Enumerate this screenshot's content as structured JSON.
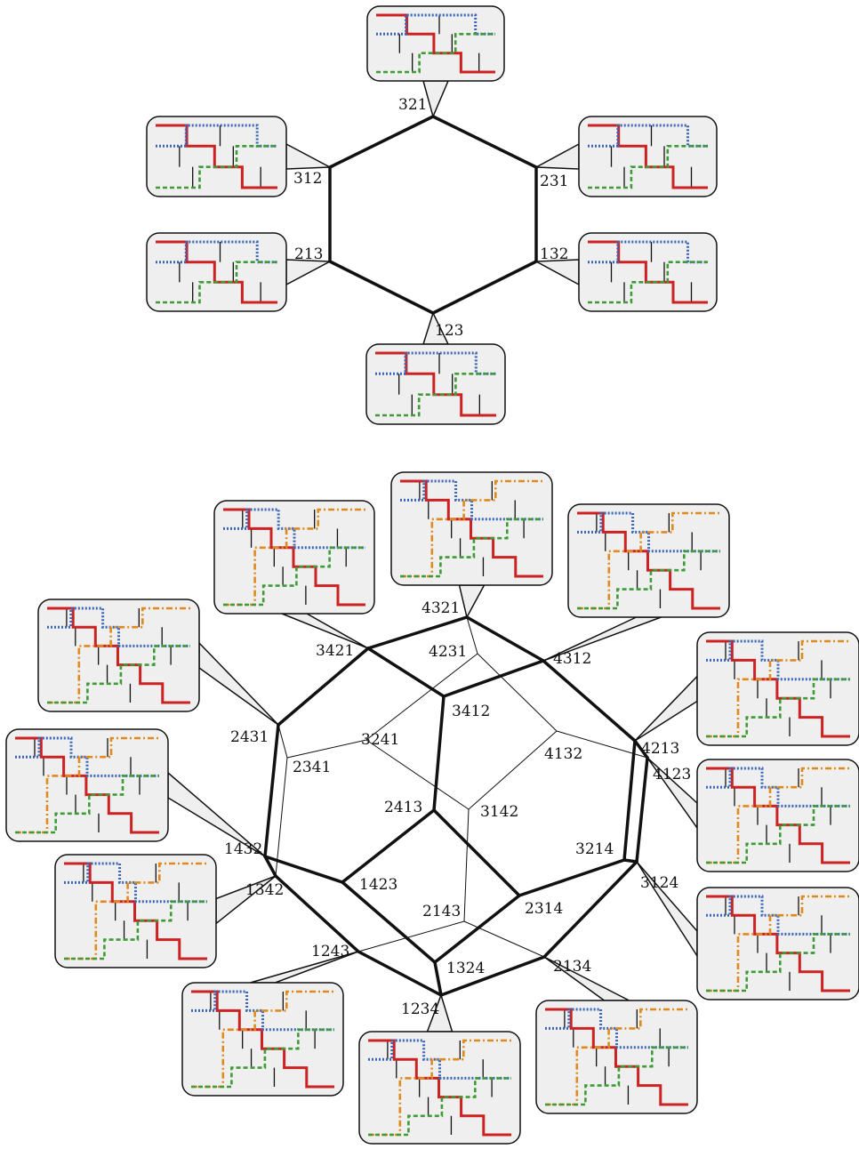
{
  "colors": {
    "red": "#cc2222",
    "blue": "#3a66b8",
    "green": "#3f9a37",
    "orange": "#e08a1e",
    "black": "#111111",
    "bubble_fill": "#efefef",
    "bubble_stroke": "#111111"
  },
  "hexagon": {
    "vertices": [
      {
        "id": "321",
        "label": "321"
      },
      {
        "id": "231",
        "label": "231"
      },
      {
        "id": "132",
        "label": "132"
      },
      {
        "id": "123",
        "label": "123"
      },
      {
        "id": "213",
        "label": "213"
      },
      {
        "id": "312",
        "label": "312"
      }
    ]
  },
  "permutahedron": {
    "front_vertices": [
      {
        "id": "4321",
        "label": "4321"
      },
      {
        "id": "4312",
        "label": "4312"
      },
      {
        "id": "4213",
        "label": "4213"
      },
      {
        "id": "4123",
        "label": "4123"
      },
      {
        "id": "3124",
        "label": "3124"
      },
      {
        "id": "2134",
        "label": "2134"
      },
      {
        "id": "1324",
        "label": "1324"
      },
      {
        "id": "1234",
        "label": "1234"
      },
      {
        "id": "1243",
        "label": "1243"
      },
      {
        "id": "1342",
        "label": "1342"
      },
      {
        "id": "1432",
        "label": "1432"
      },
      {
        "id": "2431",
        "label": "2431"
      },
      {
        "id": "3421",
        "label": "3421"
      },
      {
        "id": "3412",
        "label": "3412"
      },
      {
        "id": "2413",
        "label": "2413"
      },
      {
        "id": "1423",
        "label": "1423"
      },
      {
        "id": "2314",
        "label": "2314"
      },
      {
        "id": "3214",
        "label": "3214"
      }
    ],
    "back_vertices": [
      {
        "id": "4231",
        "label": "4231"
      },
      {
        "id": "3241",
        "label": "3241"
      },
      {
        "id": "4132",
        "label": "4132"
      },
      {
        "id": "2341",
        "label": "2341"
      },
      {
        "id": "3142",
        "label": "3142"
      },
      {
        "id": "2143",
        "label": "2143"
      }
    ]
  }
}
